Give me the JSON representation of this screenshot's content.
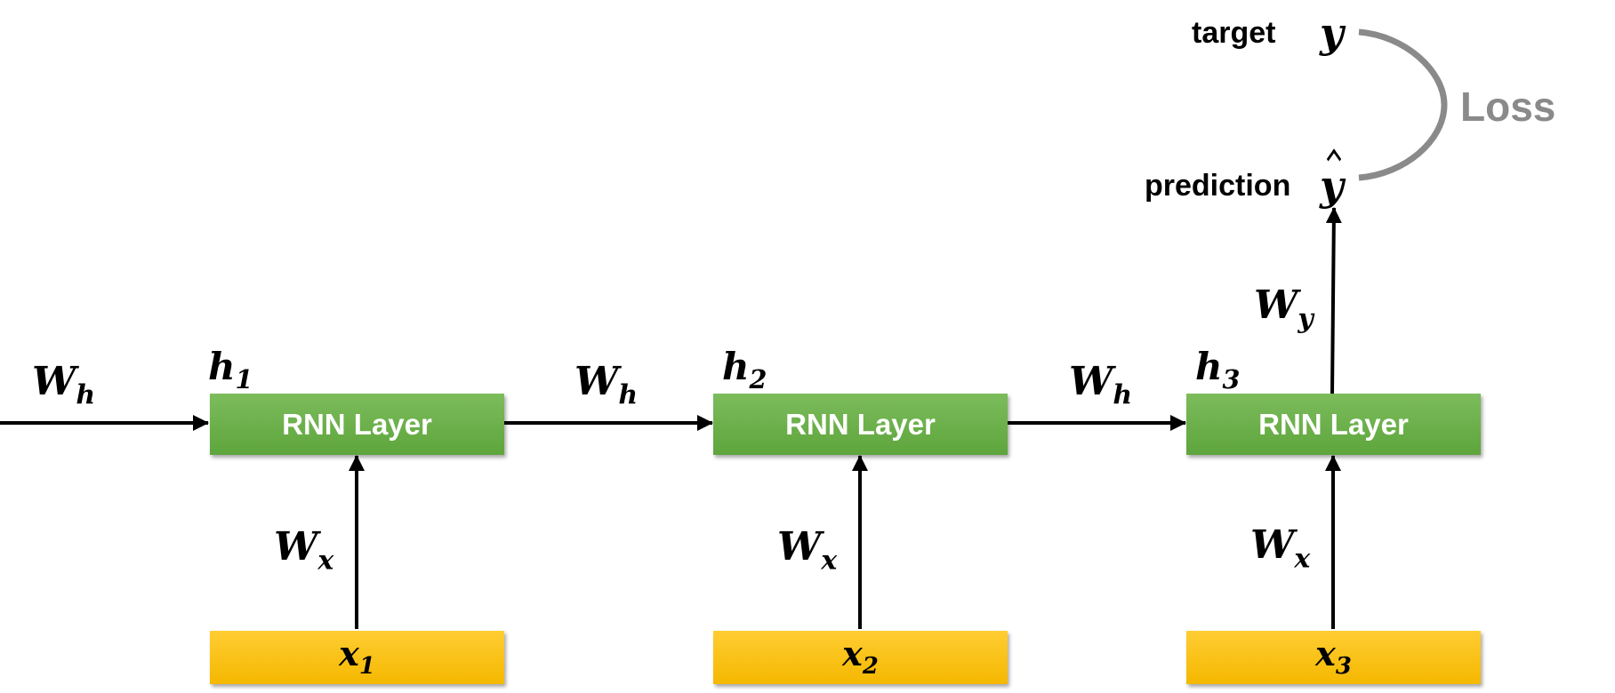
{
  "layer_label": "RNN Layer",
  "hidden_weight": {
    "symbol": "W",
    "sub": "h"
  },
  "input_weight": {
    "symbol": "W",
    "sub": "x"
  },
  "output_weight": {
    "symbol": "W",
    "sub": "y"
  },
  "timesteps": [
    {
      "hidden": {
        "symbol": "h",
        "sub": "1"
      },
      "input": {
        "symbol": "x",
        "sub": "1"
      }
    },
    {
      "hidden": {
        "symbol": "h",
        "sub": "2"
      },
      "input": {
        "symbol": "x",
        "sub": "2"
      }
    },
    {
      "hidden": {
        "symbol": "h",
        "sub": "3"
      },
      "input": {
        "symbol": "x",
        "sub": "3"
      }
    }
  ],
  "target": {
    "label": "target",
    "symbol": "y"
  },
  "prediction": {
    "label": "prediction",
    "symbol": "y"
  },
  "loss_label": "Loss",
  "colors": {
    "rnn": "#6ab04c",
    "input": "#fcc419",
    "loss": "#8a8a8a",
    "arrow": "#000000"
  }
}
